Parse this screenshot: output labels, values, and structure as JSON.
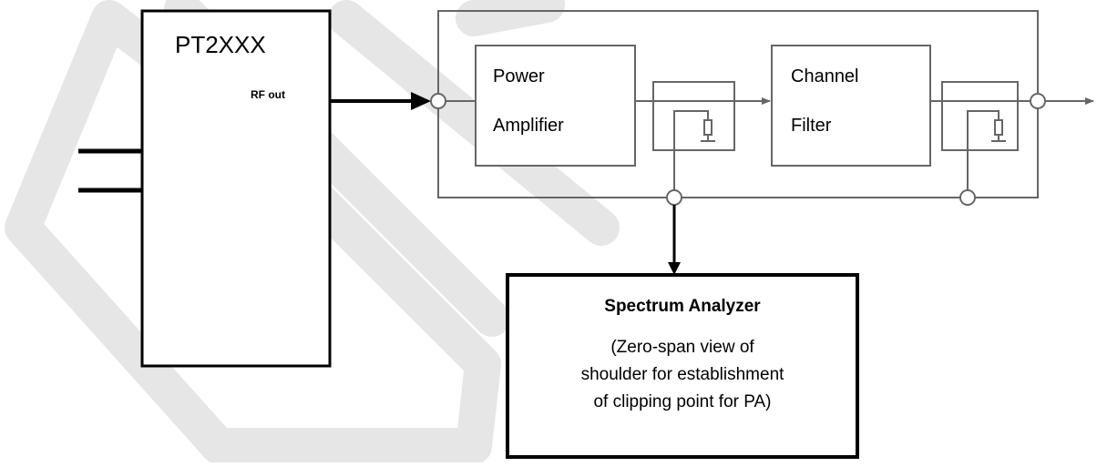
{
  "dut": {
    "title": "PT2XXX",
    "port_label": "RF out"
  },
  "power_amplifier": {
    "line1": "Power",
    "line2": "Amplifier"
  },
  "channel_filter": {
    "line1": "Channel",
    "line2": "Filter"
  },
  "spectrum_analyzer": {
    "title": "Spectrum Analyzer",
    "description_lines": [
      "(Zero-span view of",
      "shoulder for establishment",
      "of clipping point for PA)"
    ]
  },
  "colors": {
    "watermark": "#e6e6e6",
    "block_outline": "#000000",
    "inner_outline": "#666666"
  }
}
